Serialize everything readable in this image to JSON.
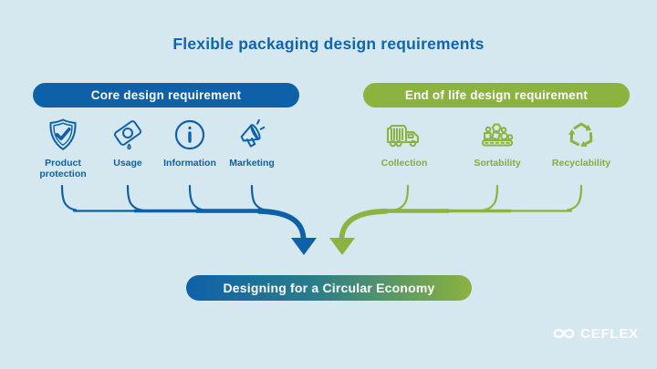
{
  "title": "Flexible packaging design requirements",
  "colors": {
    "background": "#d5e8ef",
    "blue": "#0e61a9",
    "green": "#8bb33f",
    "pill_gradient_left": "#0e61a9",
    "pill_gradient_right": "#8bb33f",
    "logo_color": "#ffffff"
  },
  "core": {
    "header": "Core design requirement",
    "items": [
      {
        "label": "Product protection",
        "icon": "shield-check-icon"
      },
      {
        "label": "Usage",
        "icon": "pouch-icon"
      },
      {
        "label": "Information",
        "icon": "info-icon"
      },
      {
        "label": "Marketing",
        "icon": "megaphone-icon"
      }
    ]
  },
  "end_of_life": {
    "header": "End of life design requirement",
    "items": [
      {
        "label": "Collection",
        "icon": "garbage-truck-icon"
      },
      {
        "label": "Sortability",
        "icon": "conveyor-sorting-icon"
      },
      {
        "label": "Recyclability",
        "icon": "recycle-icon"
      }
    ]
  },
  "footer_pill": "Designing for a Circular Economy",
  "logo": {
    "text": "CEFLEX",
    "icon": "infinity-icon"
  }
}
